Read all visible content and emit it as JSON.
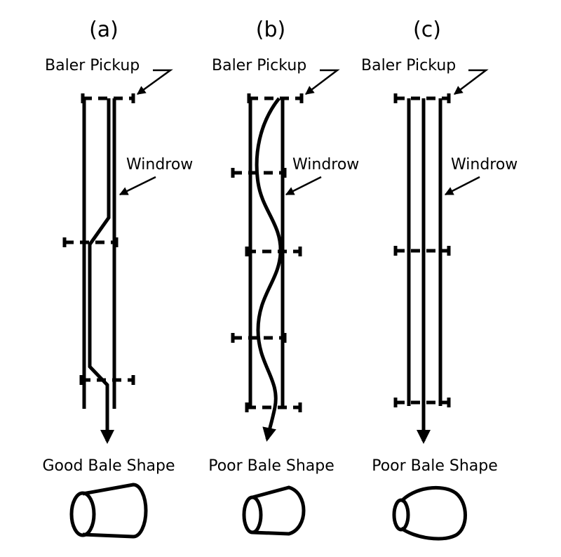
{
  "panels": [
    {
      "id": "a",
      "title": "(a)",
      "pickup_label": "Baler Pickup",
      "windrow_label": "Windrow",
      "result_label": "Good Bale Shape"
    },
    {
      "id": "b",
      "title": "(b)",
      "pickup_label": "Baler Pickup",
      "windrow_label": "Windrow",
      "result_label": "Poor Bale Shape"
    },
    {
      "id": "c",
      "title": "(c)",
      "pickup_label": "Baler Pickup",
      "windrow_label": "Windrow",
      "result_label": "Poor Bale Shape"
    }
  ]
}
